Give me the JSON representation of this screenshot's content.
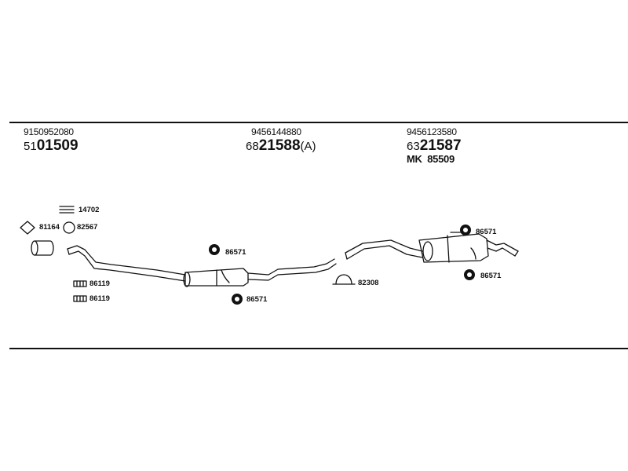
{
  "header": {
    "part_a": {
      "number": "9150952080",
      "code_prefix": "51",
      "code_main": "01509",
      "code_suffix": ""
    },
    "part_b": {
      "number": "9456144880",
      "code_prefix": "68",
      "code_main": "21588",
      "code_suffix": "(A)"
    },
    "part_c": {
      "number": "9456123580",
      "code_prefix": "63",
      "code_main": "21587",
      "extra": "MK  85509"
    }
  },
  "labels": {
    "clamp_14702": "14702",
    "gasket_81164": "81164",
    "ring_82567": "82567",
    "bolt_86119_a": "86119",
    "bolt_86119_b": "86119",
    "hanger_front_top": "86571",
    "hanger_front_bottom": "86571",
    "clamp_82308": "82308",
    "hanger_rear_top": "86571",
    "hanger_rear_bottom": "86571"
  }
}
